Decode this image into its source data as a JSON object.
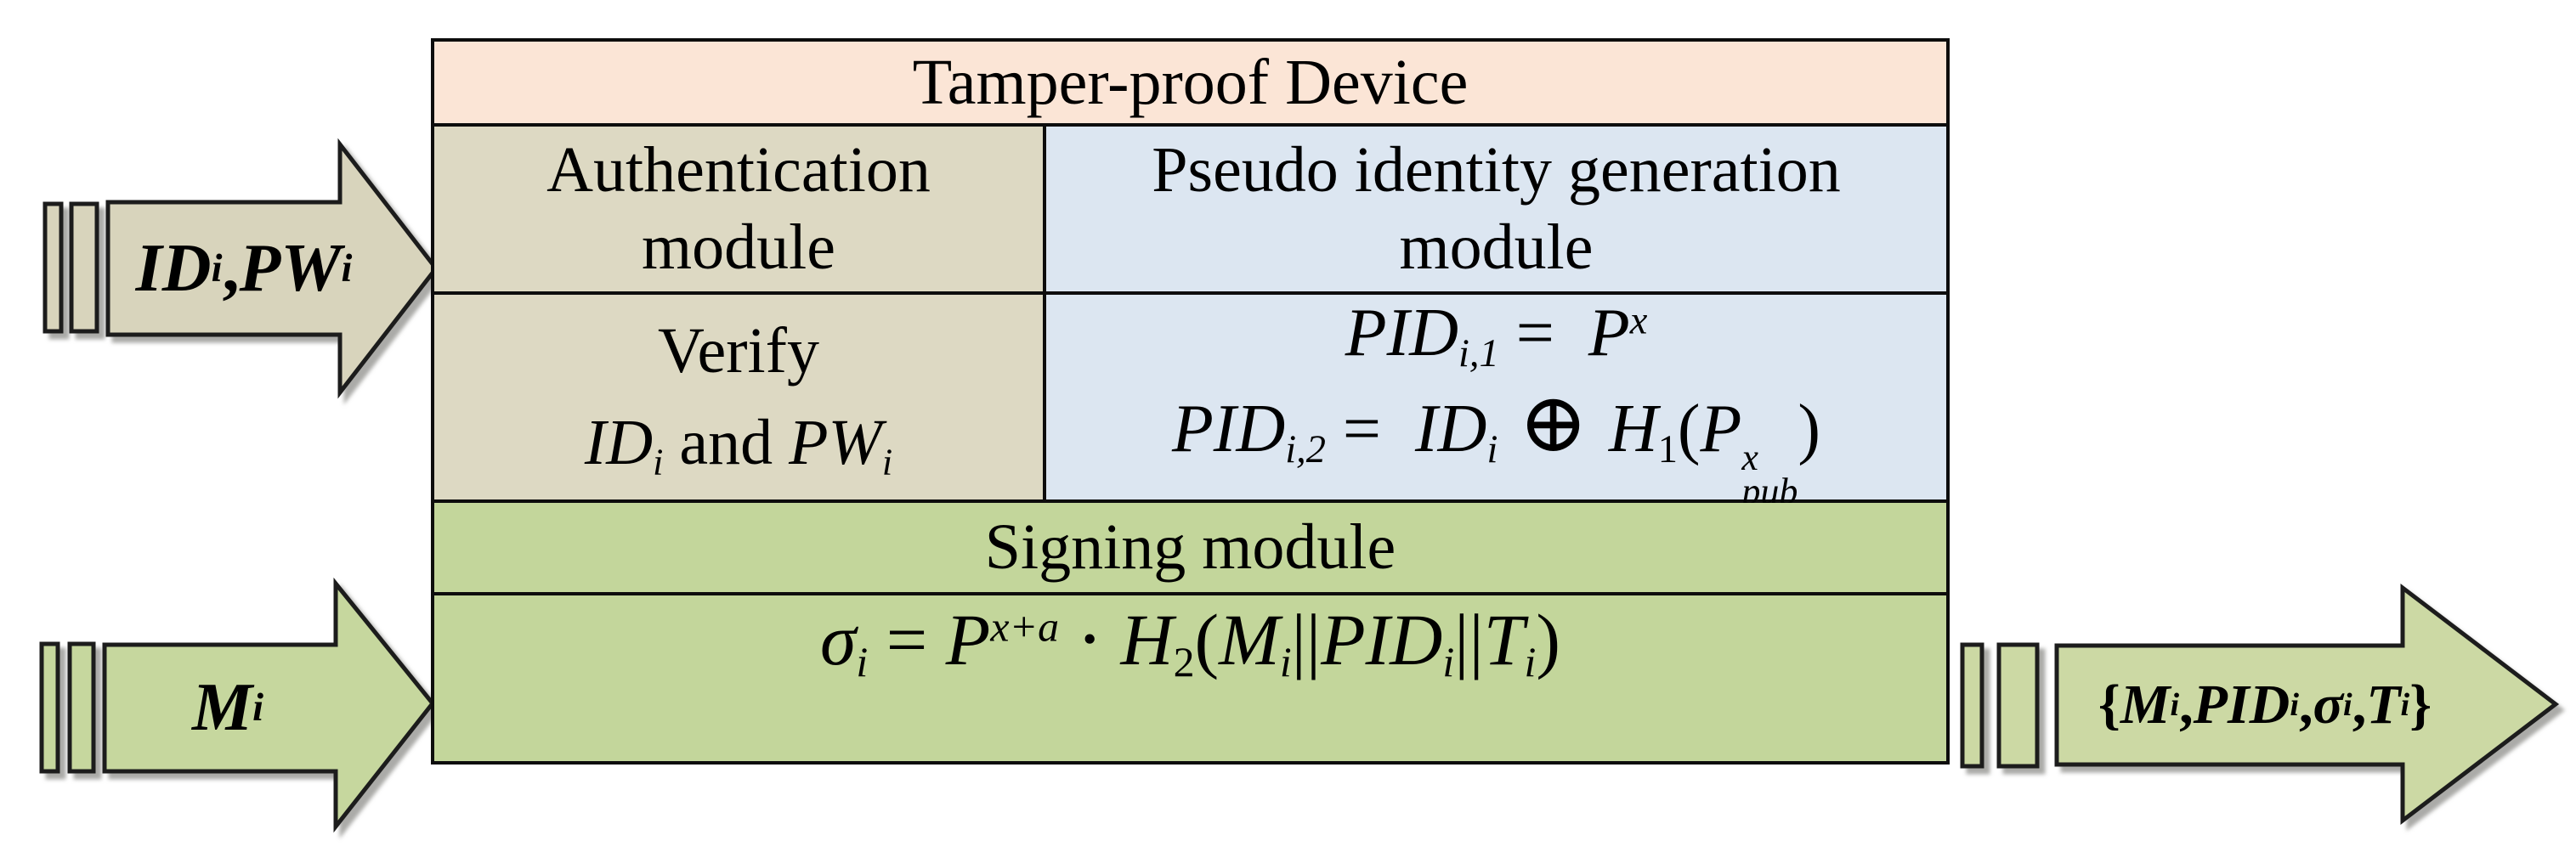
{
  "colors": {
    "peach": "#fbe5d6",
    "tan": "#ddd9c3",
    "blue": "#dce6f1",
    "green": "#c3d69b",
    "arrow_tan": "#d8d4bc",
    "arrow_green_in": "#c6d79e",
    "arrow_green_out": "#ccd9a4",
    "outline": "#0d0d0d"
  },
  "device": {
    "title": "Tamper-proof Device",
    "auth_module": {
      "line1": "Authentication",
      "line2": "module"
    },
    "pseudo_module": {
      "line1": "Pseudo identity generation",
      "line2": "module"
    },
    "verify": {
      "line1": "Verify",
      "line2": [
        {
          "t": "ID",
          "i": true
        },
        {
          "t": "i",
          "p": "sub",
          "i": true
        },
        {
          "t": " and "
        },
        {
          "t": "PW",
          "i": true
        },
        {
          "t": "i",
          "p": "sub",
          "i": true
        }
      ]
    },
    "pid_ops": {
      "line1": [
        {
          "t": "PID",
          "i": true
        },
        {
          "t": "i,1",
          "p": "sub",
          "i": true
        },
        {
          "t": " =  "
        },
        {
          "t": "P",
          "i": true
        },
        {
          "t": "x",
          "p": "sup",
          "i": true
        }
      ],
      "line2": [
        {
          "t": "PID",
          "i": true
        },
        {
          "t": "i,2",
          "p": "sub",
          "i": true
        },
        {
          "t": " =  "
        },
        {
          "t": "ID",
          "i": true
        },
        {
          "t": "i",
          "p": "sub",
          "i": true
        },
        {
          "t": " ⊕ ",
          "cls": "oplus"
        },
        {
          "t": "H",
          "i": true
        },
        {
          "t": "1",
          "p": "sub"
        },
        {
          "t": "("
        },
        {
          "t": "P",
          "i": true
        },
        {
          "p": "stack",
          "sup": "x",
          "sub": "pub",
          "i": true
        },
        {
          "t": ")"
        }
      ]
    },
    "signing_module_title": "Signing module",
    "signing_op": [
      {
        "t": "σ",
        "i": true
      },
      {
        "t": "i",
        "p": "sub",
        "i": true
      },
      {
        "t": " = "
      },
      {
        "t": "P",
        "i": true
      },
      {
        "t": "x+a",
        "p": "sup",
        "i": true
      },
      {
        "t": " ⋅ "
      },
      {
        "t": "H",
        "i": true
      },
      {
        "t": "2",
        "p": "sub"
      },
      {
        "t": "("
      },
      {
        "t": "M",
        "i": true
      },
      {
        "t": "i",
        "p": "sub",
        "i": true
      },
      {
        "t": "||"
      },
      {
        "t": "PID",
        "i": true
      },
      {
        "t": "i",
        "p": "sub",
        "i": true
      },
      {
        "t": "||"
      },
      {
        "t": "T",
        "i": true
      },
      {
        "t": "i",
        "p": "sub",
        "i": true
      },
      {
        "t": ")"
      }
    ]
  },
  "arrows": {
    "credentials_in": {
      "label": [
        {
          "t": "ID",
          "i": true
        },
        {
          "t": "i",
          "p": "sub",
          "i": true
        },
        {
          "t": ","
        },
        {
          "t": "PW",
          "i": true
        },
        {
          "t": "i",
          "p": "sub",
          "i": true
        }
      ]
    },
    "message_in": {
      "label": [
        {
          "t": "M",
          "i": true
        },
        {
          "t": "i",
          "p": "sub",
          "i": true
        }
      ]
    },
    "packet_out": {
      "label": [
        {
          "t": "{"
        },
        {
          "t": "M",
          "i": true
        },
        {
          "t": "i",
          "p": "sub",
          "i": true
        },
        {
          "t": ","
        },
        {
          "t": "PID",
          "i": true
        },
        {
          "t": "i",
          "p": "sub",
          "i": true
        },
        {
          "t": ","
        },
        {
          "t": "σ",
          "i": true
        },
        {
          "t": "i",
          "p": "sub",
          "i": true
        },
        {
          "t": ","
        },
        {
          "t": "T",
          "i": true
        },
        {
          "t": "i",
          "p": "sub",
          "i": true
        },
        {
          "t": "}"
        }
      ]
    }
  }
}
